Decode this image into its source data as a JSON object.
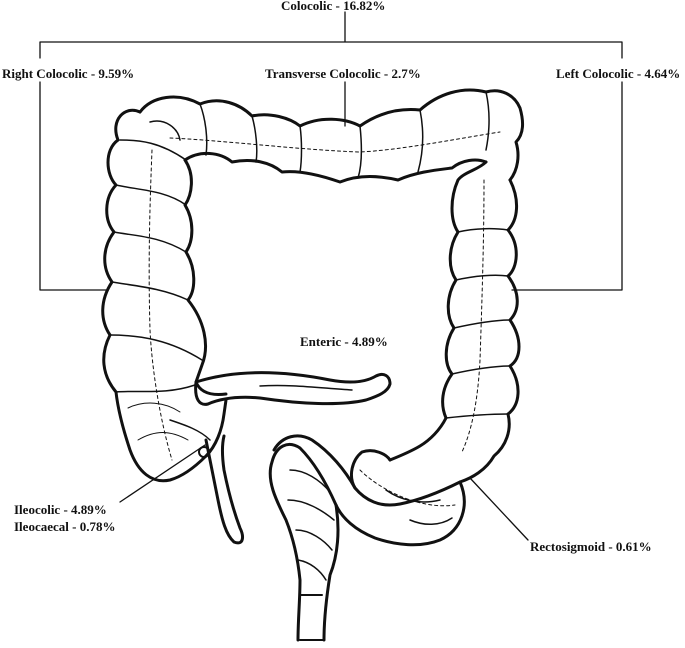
{
  "labels": {
    "colocolic": "Colocolic - 16.82%",
    "right_colocolic": "Right Colocolic - 9.59%",
    "transverse_colocolic": "Transverse Colocolic - 2.7%",
    "left_colocolic": "Left Colocolic - 4.64%",
    "enteric": "Enteric - 4.89%",
    "ileocolic": "Ileocolic - 4.89%",
    "ileocaecal": "Ileocaecal - 0.78%",
    "rectosigmoid": "Rectosigmoid - 0.61%"
  },
  "colors": {
    "line": "#111111",
    "background": "#ffffff"
  }
}
